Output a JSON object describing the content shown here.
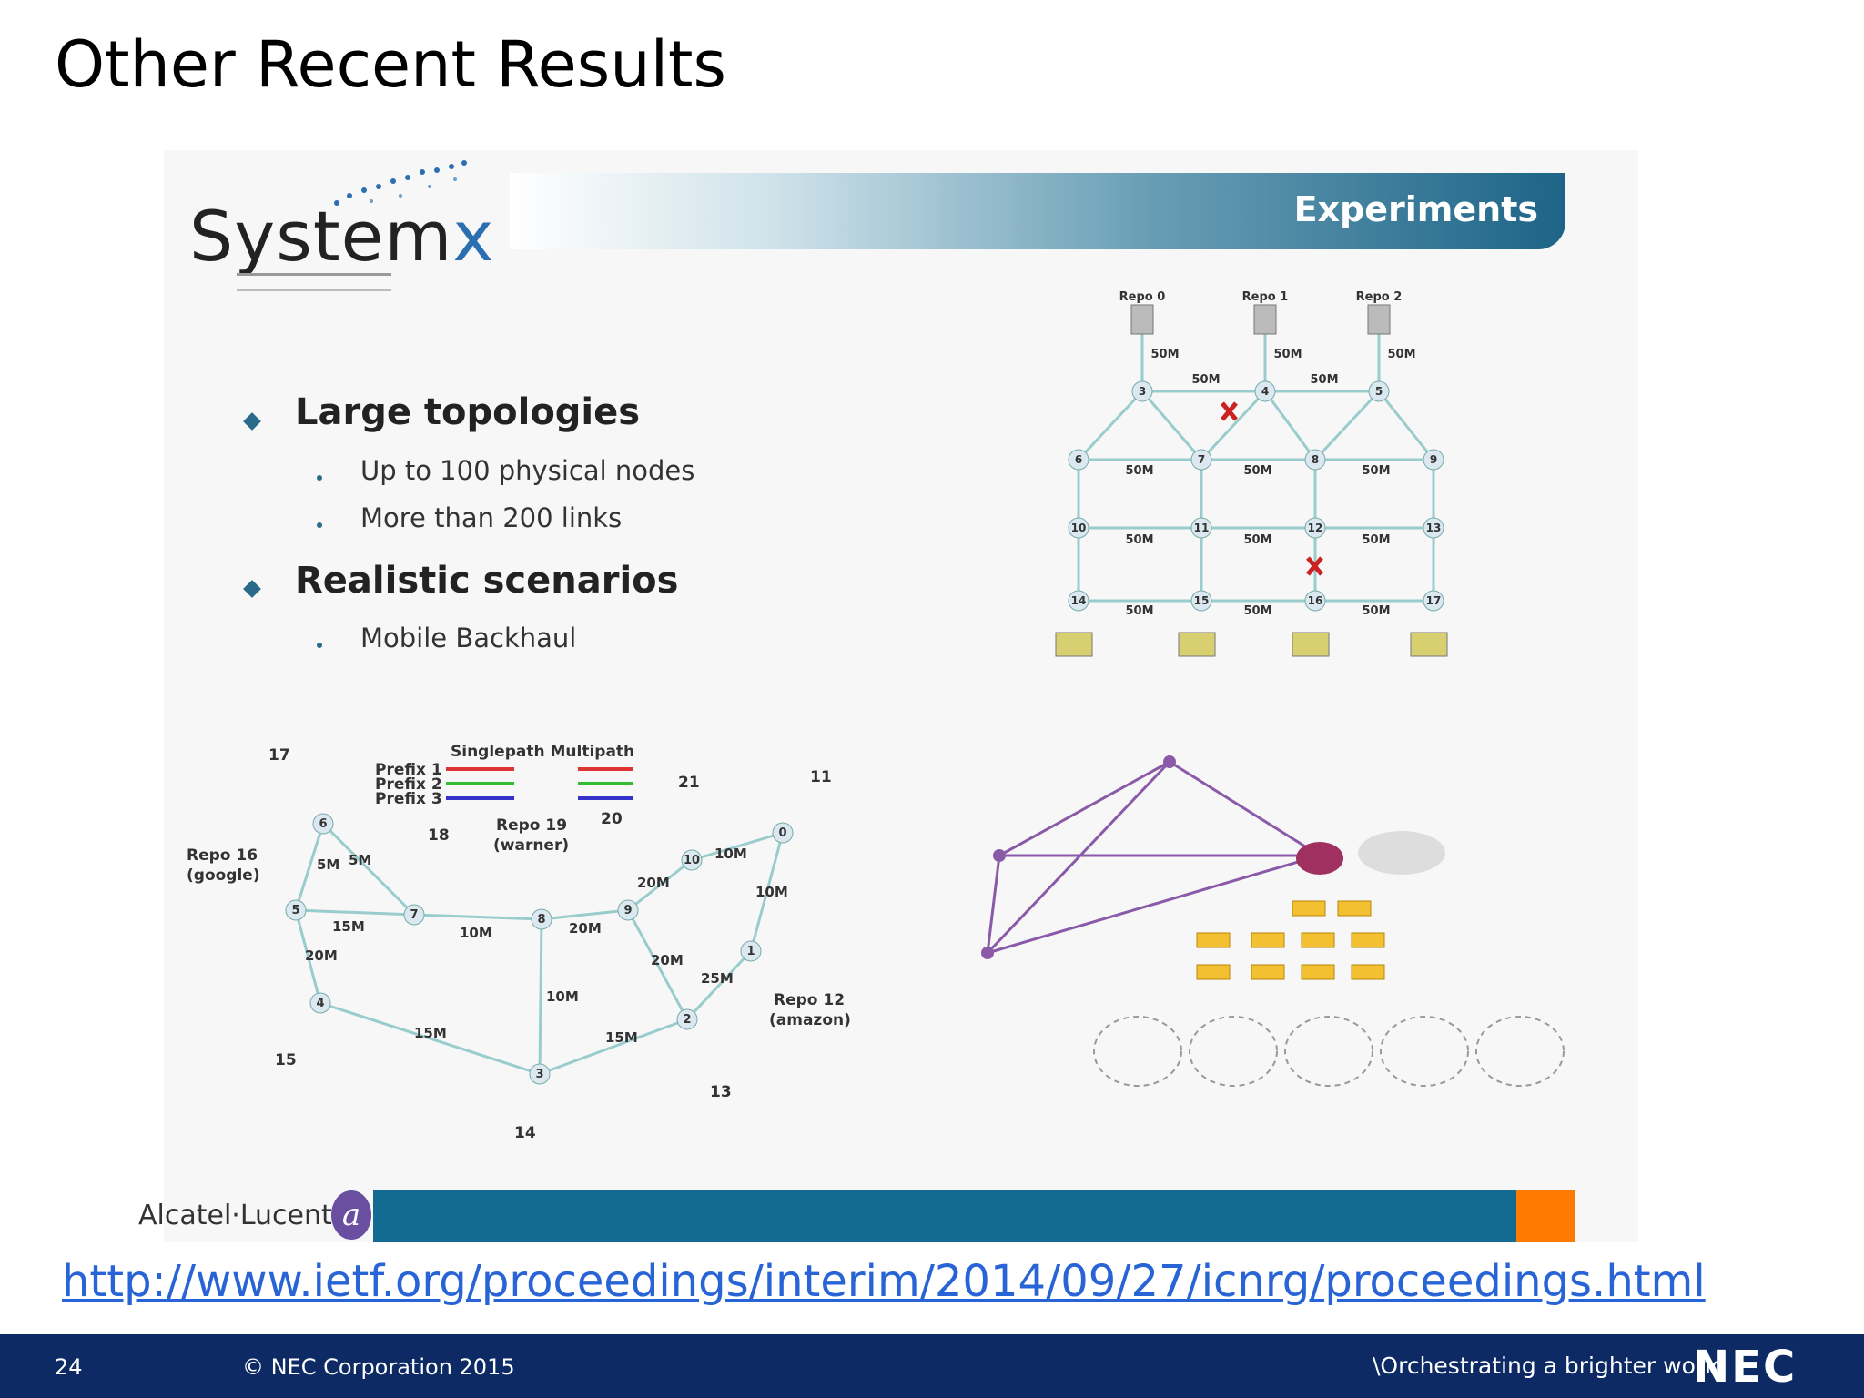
{
  "slide": {
    "title": "Other Recent Results"
  },
  "panel": {
    "logo_main": "System",
    "logo_accent": "x",
    "banner_label": "Experiments",
    "bullets": [
      {
        "text": "Large  topologies",
        "sub": [
          "Up to 100 physical nodes",
          "More than 200 links"
        ]
      },
      {
        "text": "Realistic scenarios",
        "sub": [
          "Mobile Backhaul"
        ]
      }
    ],
    "grid": {
      "repos": [
        "Repo 0",
        "Repo 1",
        "Repo 2"
      ],
      "link_label": "50M",
      "top_nodes": [
        "3",
        "4",
        "5"
      ],
      "rows": [
        [
          "6",
          "7",
          "8",
          "9"
        ],
        [
          "10",
          "11",
          "12",
          "13"
        ],
        [
          "14",
          "15",
          "16",
          "17"
        ]
      ]
    },
    "net": {
      "legend_title": "Singlepath Multipath",
      "legend": [
        "Prefix 1",
        "Prefix 2",
        "Prefix 3"
      ],
      "repos": [
        "Repo 16",
        "(google)",
        "Repo 19",
        "(warner)",
        "Repo 12",
        "(amazon)"
      ],
      "nodes": [
        "0",
        "1",
        "2",
        "3",
        "4",
        "5",
        "6",
        "7",
        "8",
        "9",
        "10"
      ],
      "clients": [
        "11",
        "13",
        "14",
        "15",
        "17",
        "18",
        "20",
        "21"
      ],
      "links": [
        "5M",
        "5M",
        "15M",
        "10M",
        "20M",
        "20M",
        "10M",
        "20M",
        "10M",
        "20M",
        "25M",
        "15M",
        "15M",
        "10M"
      ]
    },
    "alu_name": "Alcatel·Lucent"
  },
  "link": {
    "url": "http://www.ietf.org/proceedings/interim/2014/09/27/icnrg/proceedings.html"
  },
  "footer": {
    "page_number": "24",
    "copyright": "© NEC Corporation 2015",
    "tagline": "\\Orchestrating a brighter world",
    "brand": "NEC"
  },
  "colors": {
    "footer_bg": "#0d2a65",
    "band_blue": "#136b92",
    "band_orange": "#ff7a00",
    "link": "#2864d6"
  }
}
